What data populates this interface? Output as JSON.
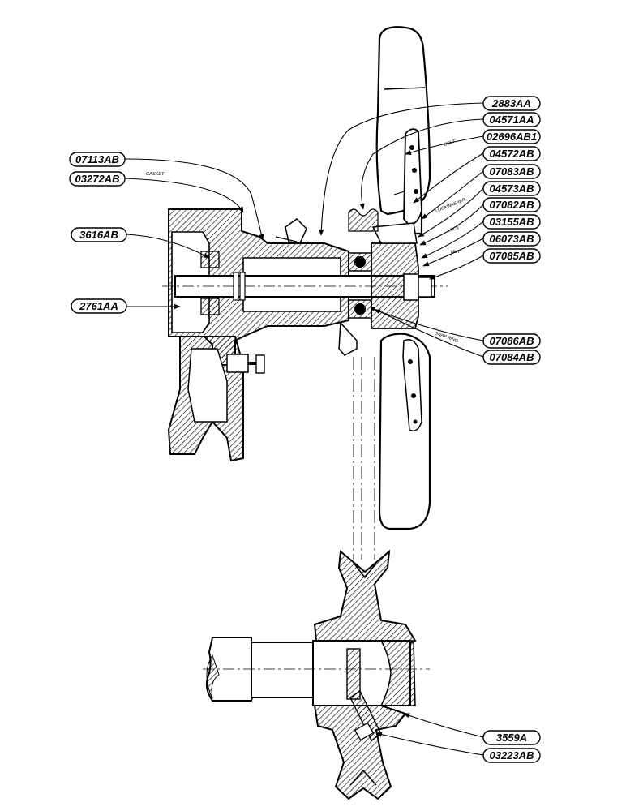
{
  "part_labels": {
    "l2883aa": "2883AA",
    "l04571aa": "04571AA",
    "l02696ab1": "02696AB1",
    "l04572ab": "04572AB",
    "l07083ab_a": "07083AB",
    "l04573ab": "04573AB",
    "l07082ab": "07082AB",
    "l03155ab": "03155AB",
    "l06073ab": "06073AB",
    "l07085ab": "07085AB",
    "l07113ab": "07113AB",
    "l03272ab": "03272AB",
    "l3616ab": "3616AB",
    "l2761aa": "2761AA",
    "l07086ab": "07086AB",
    "l07084ab": "07084AB",
    "l3559a": "3559A",
    "l03223ab": "03223AB"
  },
  "notes": {
    "gasket": "GASKET",
    "bolt": "BOLT",
    "lockwasher": "LOCKWASHER",
    "lock": "LOCK",
    "nut": "NUT",
    "snap_ring": "SNAP RING"
  },
  "colors": {
    "ink": "#000000",
    "paper": "#ffffff"
  }
}
